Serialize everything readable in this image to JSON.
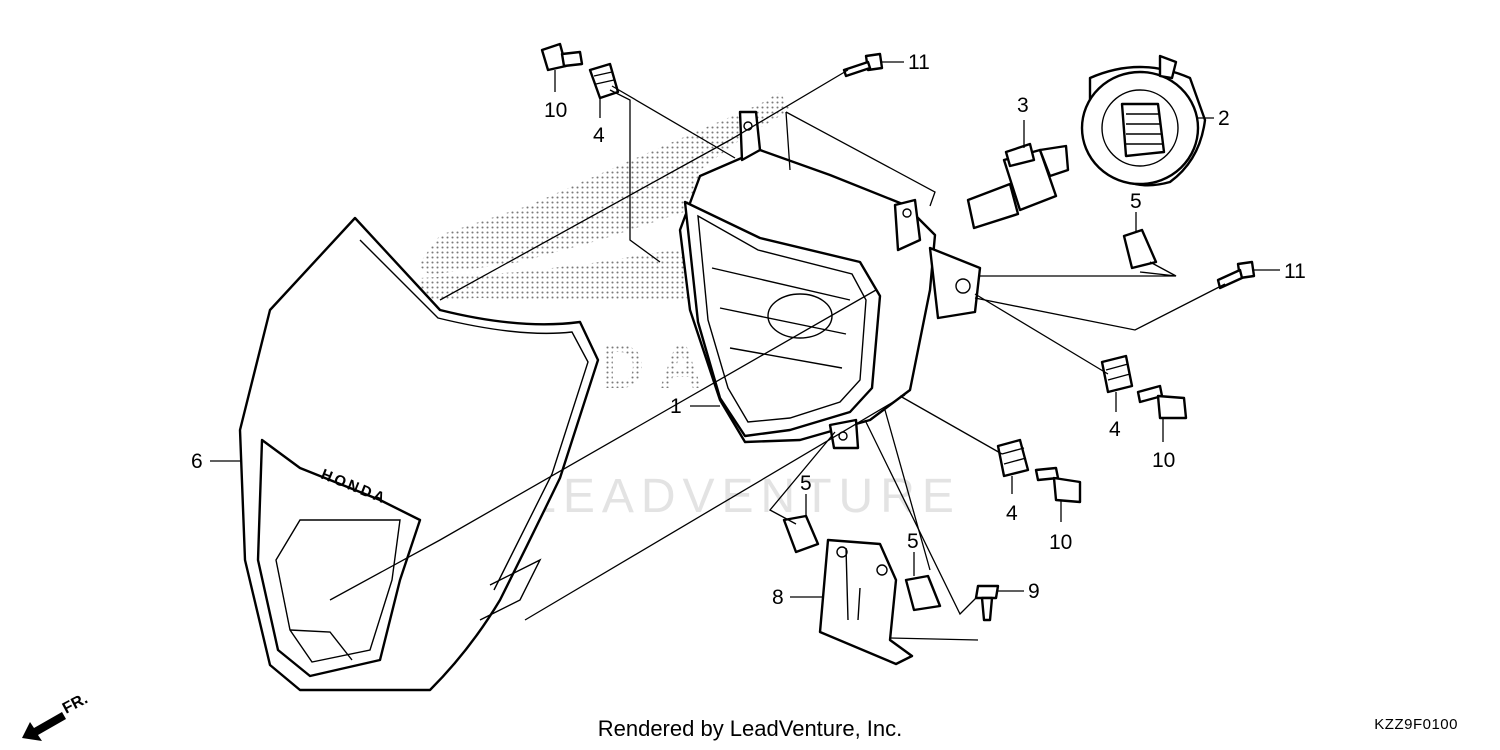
{
  "diagram": {
    "watermark": "LEADVENTURE",
    "brand_emblem": "HONDA",
    "fender_badge": "HONDA",
    "front_indicator": "FR.",
    "footer": "Rendered by LeadVenture, Inc.",
    "diagram_code": "KZZ9F0100",
    "callouts": [
      {
        "id": "c1",
        "text": "1"
      },
      {
        "id": "c2",
        "text": "2"
      },
      {
        "id": "c3",
        "text": "3"
      },
      {
        "id": "c4a",
        "text": "4"
      },
      {
        "id": "c4b",
        "text": "4"
      },
      {
        "id": "c4c",
        "text": "4"
      },
      {
        "id": "c5a",
        "text": "5"
      },
      {
        "id": "c5b",
        "text": "5"
      },
      {
        "id": "c5c",
        "text": "5"
      },
      {
        "id": "c6",
        "text": "6"
      },
      {
        "id": "c8",
        "text": "8"
      },
      {
        "id": "c9",
        "text": "9"
      },
      {
        "id": "c10a",
        "text": "10"
      },
      {
        "id": "c10b",
        "text": "10"
      },
      {
        "id": "c10c",
        "text": "10"
      },
      {
        "id": "c11a",
        "text": "11"
      },
      {
        "id": "c11b",
        "text": "11"
      }
    ]
  }
}
